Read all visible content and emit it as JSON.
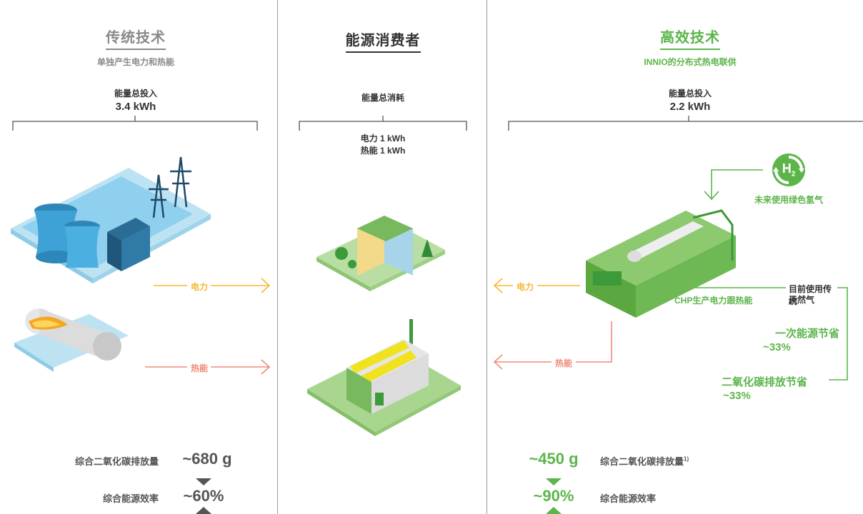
{
  "columns": {
    "traditional": {
      "title": "传统技术",
      "subtitle": "单独产生电力和热能",
      "energy_label": "能量总投入",
      "energy_value": "3.4 kWh",
      "arrow_power": "电力",
      "arrow_heat": "热能",
      "co2_label": "综合二氧化碳排放量",
      "co2_value": "~680 g",
      "eff_label": "综合能源效率",
      "eff_value": "~60%"
    },
    "consumer": {
      "title": "能源消费者",
      "energy_label": "能量总消耗",
      "power_line": "电力 1 kWh",
      "heat_line": "热能 1 kWh"
    },
    "efficient": {
      "title": "高效技术",
      "subtitle": "INNIO的分布式热电联供",
      "energy_label": "能量总投入",
      "energy_value": "2.2 kWh",
      "h2_symbol": "H",
      "h2_sub": "2",
      "h2_label": "未来使用绿色氢气",
      "arrow_power": "电力",
      "arrow_heat": "热能",
      "chp_label": "CHP生产电力跟热能",
      "gas_label_1": "目前使用传统",
      "gas_label_2": "天然气",
      "saving1_label": "一次能源节省",
      "saving1_value": "~33%",
      "saving2_label": "二氧化碳排放节省",
      "saving2_value": "~33%",
      "co2_value": "~450 g",
      "co2_label": "综合二氧化碳排放量",
      "co2_footnote": "1)",
      "eff_value": "~90%",
      "eff_label": "综合能源效率"
    }
  },
  "colors": {
    "power": "#f5b731",
    "heat": "#f08a78",
    "green": "#5cb54a",
    "blue": "#5bb8e3",
    "divider": "#9a9a9a"
  }
}
